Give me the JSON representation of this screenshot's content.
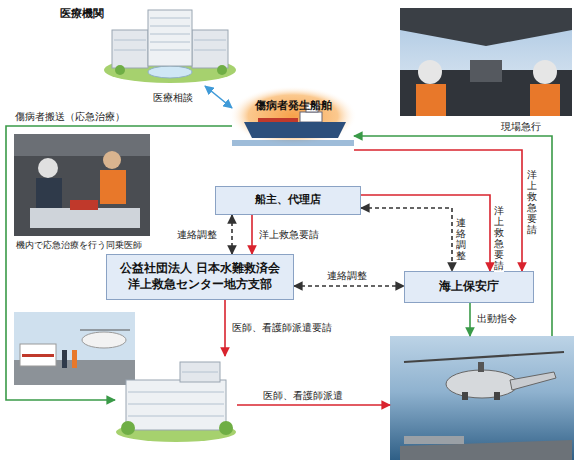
{
  "diagram": {
    "nodes": [
      {
        "text": [
          "医療機関"
        ]
      },
      {
        "text": [
          "傷病者発生船舶"
        ]
      },
      {
        "text": [
          "船主、代理店"
        ]
      },
      {
        "text": [
          "公益社団法人 日本水難救済会 洋上救急センター地方支部"
        ]
      },
      {
        "text": [
          "海上保安庁"
        ]
      },
      {
        "text": []
      },
      {
        "text": []
      }
    ],
    "edges": [
      {
        "from": 0,
        "to": 1,
        "arrow": "both",
        "label": "医療相談"
      },
      {
        "from": 1,
        "to": 5,
        "arrow": "to",
        "label": "傷病者搬送（応急治療）"
      },
      {
        "from": 6,
        "to": 1,
        "arrow": "to",
        "label": "現場急行"
      },
      {
        "from": 1,
        "to": 4,
        "arrow": "to",
        "label": "洋上救急要請"
      },
      {
        "from": 2,
        "to": 4,
        "arrow": "to",
        "label": "洋上救急要請"
      },
      {
        "from": 2,
        "to": 4,
        "arrow": "both",
        "label": "連絡調整"
      },
      {
        "from": 2,
        "to": 3,
        "arrow": "both",
        "label": "連絡調整"
      },
      {
        "from": 2,
        "to": 3,
        "arrow": "to",
        "label": "洋上救急要請"
      },
      {
        "from": 3,
        "to": 4,
        "arrow": "both",
        "label": "連絡調整"
      },
      {
        "from": 3,
        "to": 5,
        "arrow": "to",
        "label": "医師、看護師派遣要請"
      },
      {
        "from": 5,
        "to": 6,
        "arrow": "to",
        "label": "医師、看護師派遣"
      },
      {
        "from": 4,
        "to": 6,
        "arrow": "to",
        "label": "出動指令"
      }
    ],
    "labels": [
      "機内で応急治療を行う同乗医師"
    ]
  }
}
